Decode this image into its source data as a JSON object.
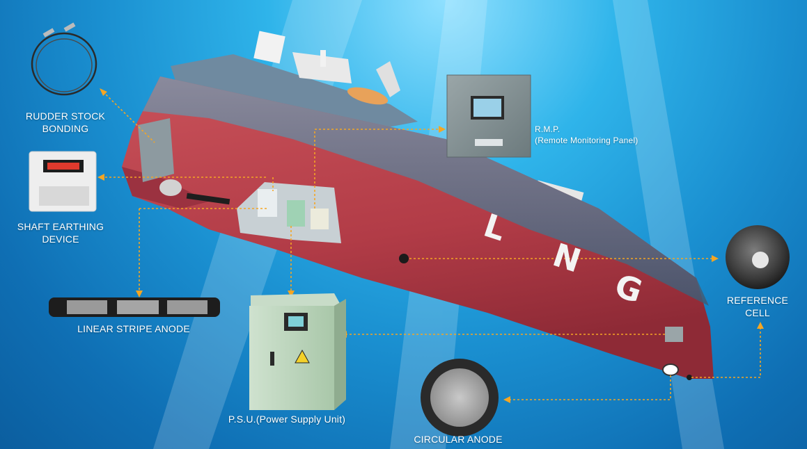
{
  "hull_text": {
    "l": "L",
    "n": "N",
    "g": "G"
  },
  "components": {
    "rudder_stock_bonding": {
      "line1": "RUDDER STOCK",
      "line2": "BONDING"
    },
    "shaft_earthing_device": {
      "line1": "SHAFT EARTHING",
      "line2": "DEVICE"
    },
    "linear_stripe_anode": {
      "label": "LINEAR STRIPE ANODE"
    },
    "psu": {
      "label": "P.S.U.(Power Supply Unit)"
    },
    "circular_anode": {
      "label": "CIRCULAR ANODE"
    },
    "reference_cell": {
      "line1": "REFERENCE",
      "line2": "CELL"
    },
    "rmp": {
      "line1": "R.M.P.",
      "line2": "(Remote Monitoring Panel)"
    }
  },
  "colors": {
    "water": "#1a8fd0",
    "hull_red": "#b8404a",
    "hull_upper": "#546f86",
    "connector": "#f5a623"
  }
}
